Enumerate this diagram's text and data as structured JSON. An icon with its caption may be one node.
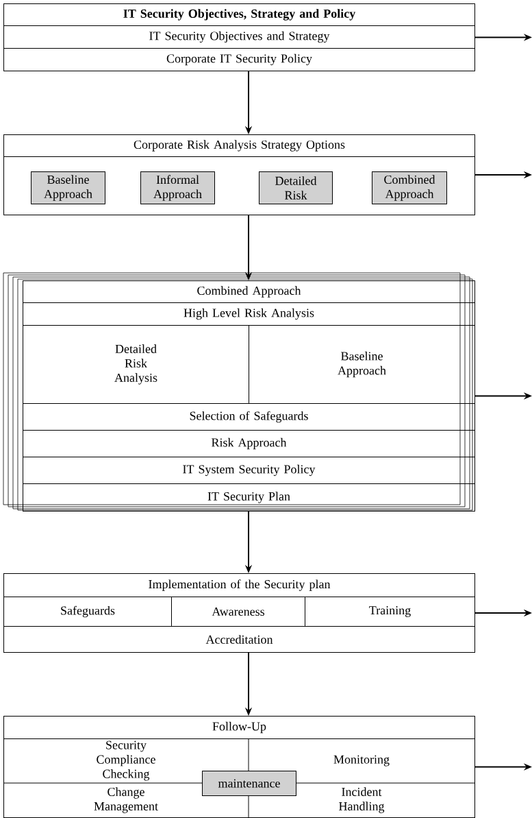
{
  "diagram": {
    "nodes": [
      {
        "text": [],
        "shape": "box"
      },
      {
        "text": [
          "**IT Security Objectives, Strategy and Policy**"
        ],
        "in": 0
      },
      {
        "text": [
          "IT Security Objectives and Strategy"
        ],
        "in": 0
      },
      {
        "text": [
          "Corporate IT Security Policy"
        ],
        "in": 0
      },
      {
        "text": [],
        "shape": "box"
      },
      {
        "text": [
          "Corporate Risk Analysis Strategy Options"
        ],
        "in": 4
      },
      {
        "text": [
          "Baseline Approach"
        ],
        "in": 4
      },
      {
        "text": [
          "Informal Approach"
        ],
        "in": 4
      },
      {
        "text": [
          "Detailed Risk"
        ],
        "in": 4
      },
      {
        "text": [
          "Combined Approach"
        ],
        "in": 4
      },
      {
        "text": [],
        "shape": "box"
      },
      {
        "text": [
          "Combined Approach"
        ],
        "in": 10
      },
      {
        "text": [
          "High Level Risk Analysis"
        ],
        "in": 10
      },
      {
        "text": [
          "Detailed Risk Analysis"
        ],
        "in": 10
      },
      {
        "text": [
          "Baseline Approach"
        ],
        "in": 10
      },
      {
        "text": [
          "Selection of Safeguards"
        ],
        "in": 10
      },
      {
        "text": [
          "Risk Approach"
        ],
        "in": 10
      },
      {
        "text": [
          "IT System Security Policy"
        ],
        "in": 10
      },
      {
        "text": [
          "IT Security Plan"
        ],
        "in": 10
      },
      {
        "text": [],
        "shape": "box"
      },
      {
        "text": [
          "Implementation of the Security plan"
        ],
        "in": 19
      },
      {
        "text": [
          "Safeguards"
        ],
        "in": 19
      },
      {
        "text": [
          "Awareness"
        ],
        "in": 19
      },
      {
        "text": [
          "Training"
        ],
        "in": 19
      },
      {
        "text": [
          "Accreditation"
        ],
        "in": 19
      },
      {
        "text": [],
        "shape": "box"
      },
      {
        "text": [
          "Follow-Up"
        ],
        "in": 25
      },
      {
        "text": [
          "Security Compliance Checking"
        ],
        "in": 25
      },
      {
        "text": [
          "Monitoring"
        ],
        "in": 25
      },
      {
        "text": [
          "Change Management"
        ],
        "in": 25
      },
      {
        "text": [
          "Incident Handling"
        ],
        "in": 25
      },
      {
        "text": [
          "maintenance"
        ],
        "in": 25
      }
    ],
    "edges": [
      {
        "from": 0,
        "to": 4,
        "arrow": "to"
      },
      {
        "from": 4,
        "to": 10,
        "arrow": "to"
      },
      {
        "from": 10,
        "to": 19,
        "arrow": "to"
      },
      {
        "from": 19,
        "to": 25,
        "arrow": "to"
      },
      {
        "from": 0,
        "to": null,
        "arrow": "to"
      },
      {
        "from": 4,
        "to": null,
        "arrow": "to"
      },
      {
        "from": 10,
        "to": null,
        "arrow": "to"
      },
      {
        "from": 19,
        "to": null,
        "arrow": "to"
      },
      {
        "from": 25,
        "to": null,
        "arrow": "to"
      }
    ]
  }
}
